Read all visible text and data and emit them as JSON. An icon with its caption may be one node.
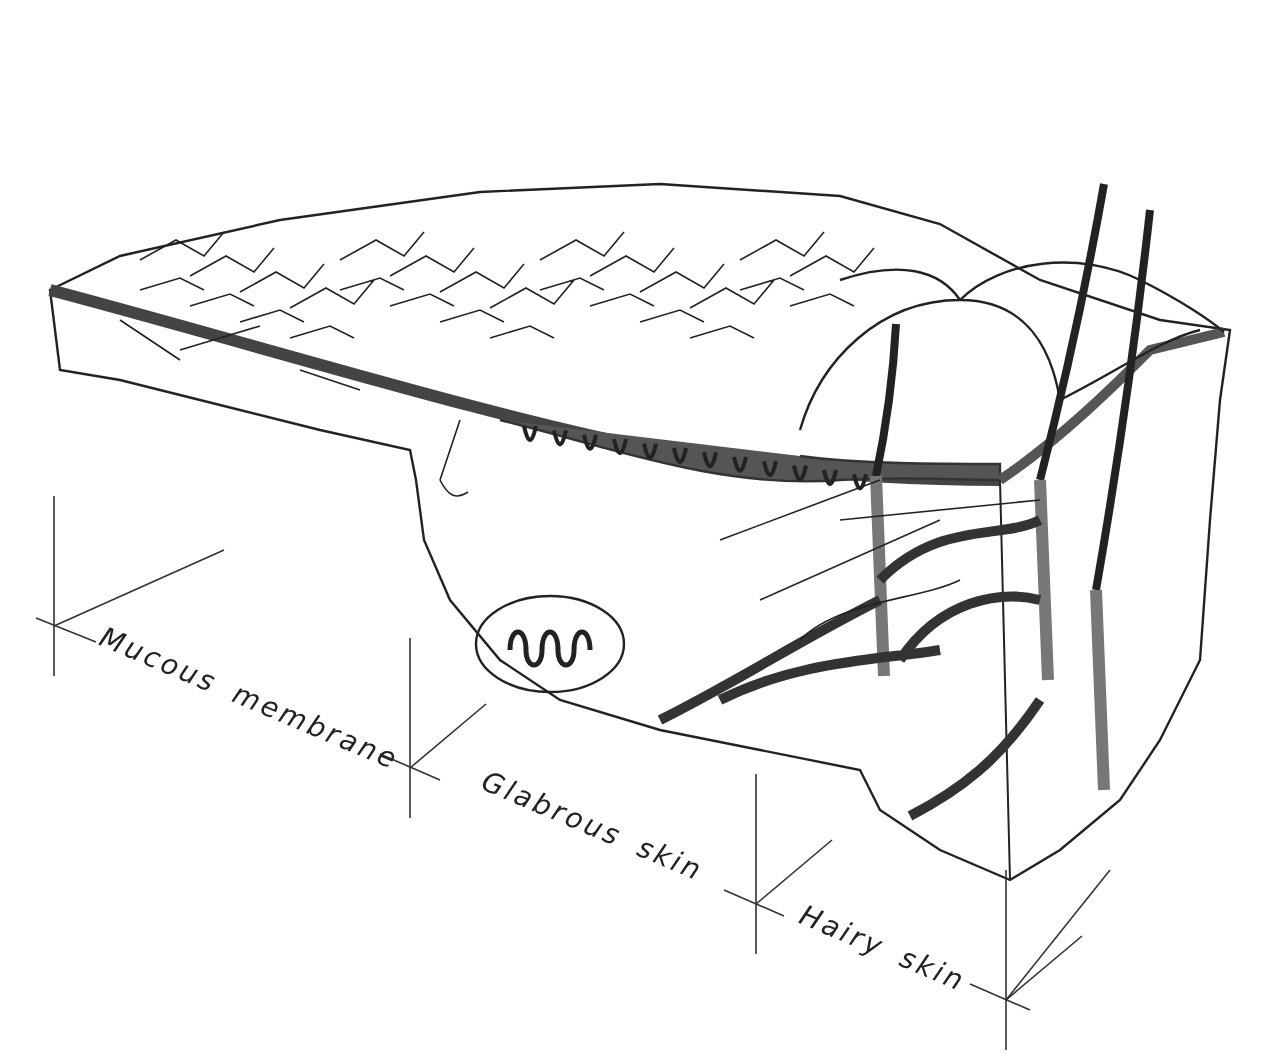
{
  "diagram": {
    "labels": [
      "Mucous membrane",
      "Glabrous skin",
      "Hairy skin"
    ]
  }
}
